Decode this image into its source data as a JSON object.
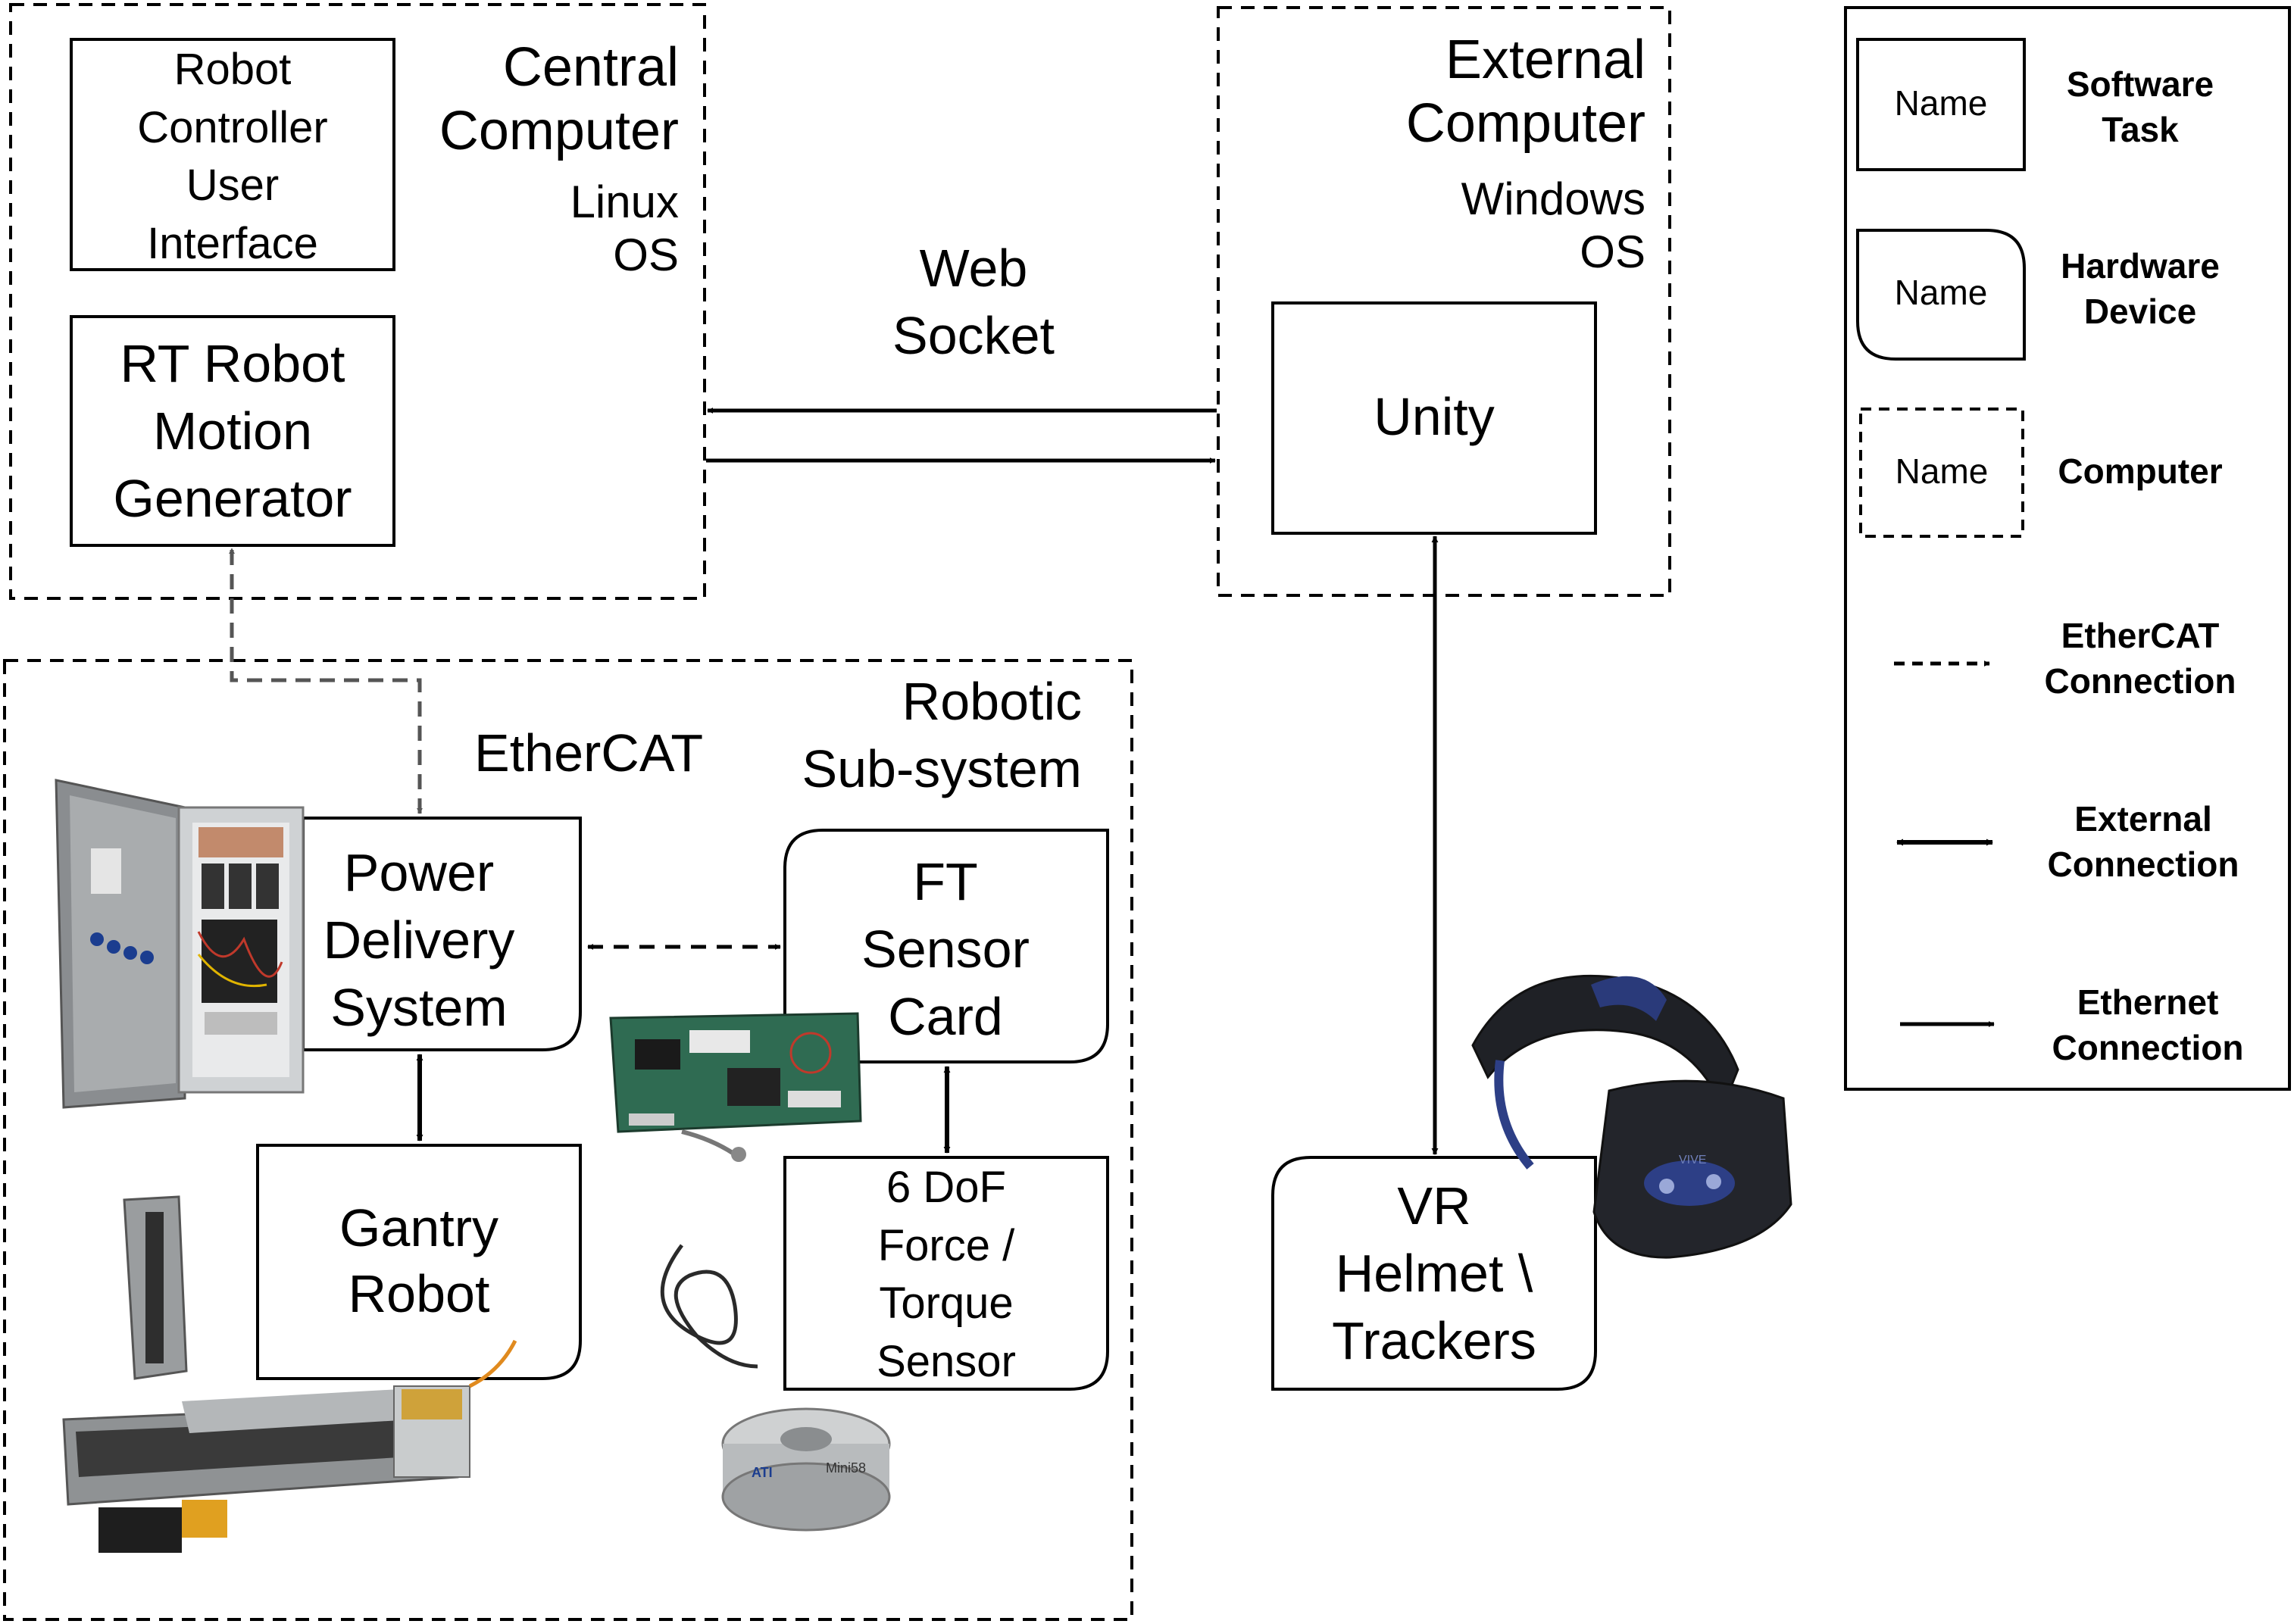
{
  "central_computer": {
    "title": "Central\nComputer",
    "os": "Linux\nOS",
    "ui_task": "Robot\nController\nUser\nInterface",
    "motion_task": "RT Robot\nMotion\nGenerator"
  },
  "external_computer": {
    "title": "External\nComputer",
    "os": "Windows\nOS",
    "unity_task": "Unity"
  },
  "web_socket_label": "Web\nSocket",
  "robotic_subsystem": {
    "title": "Robotic\nSub-system",
    "ethercat_label": "EtherCAT",
    "power_delivery": "Power\nDelivery\nSystem",
    "ft_sensor_card": "FT\nSensor\nCard",
    "gantry_robot": "Gantry\nRobot",
    "ft_sensor": "6 DoF\nForce /\nTorque\nSensor"
  },
  "vr_device": "VR\nHelmet \\\nTrackers",
  "legend": {
    "software_name": "Name",
    "software_label": "Software\nTask",
    "hardware_name": "Name",
    "hardware_label": "Hardware\nDevice",
    "computer_name": "Name",
    "computer_label": "Computer",
    "ethercat_label": "EtherCAT\nConnection",
    "external_label": "External\nConnection",
    "ethernet_label": "Ethernet\nConnection"
  },
  "colors": {
    "line": "#000000",
    "ethercat_link": "#555555",
    "background": "#ffffff"
  },
  "vr_brand": "VIVE",
  "sensor_brand": "ATI",
  "sensor_model": "Mini58"
}
